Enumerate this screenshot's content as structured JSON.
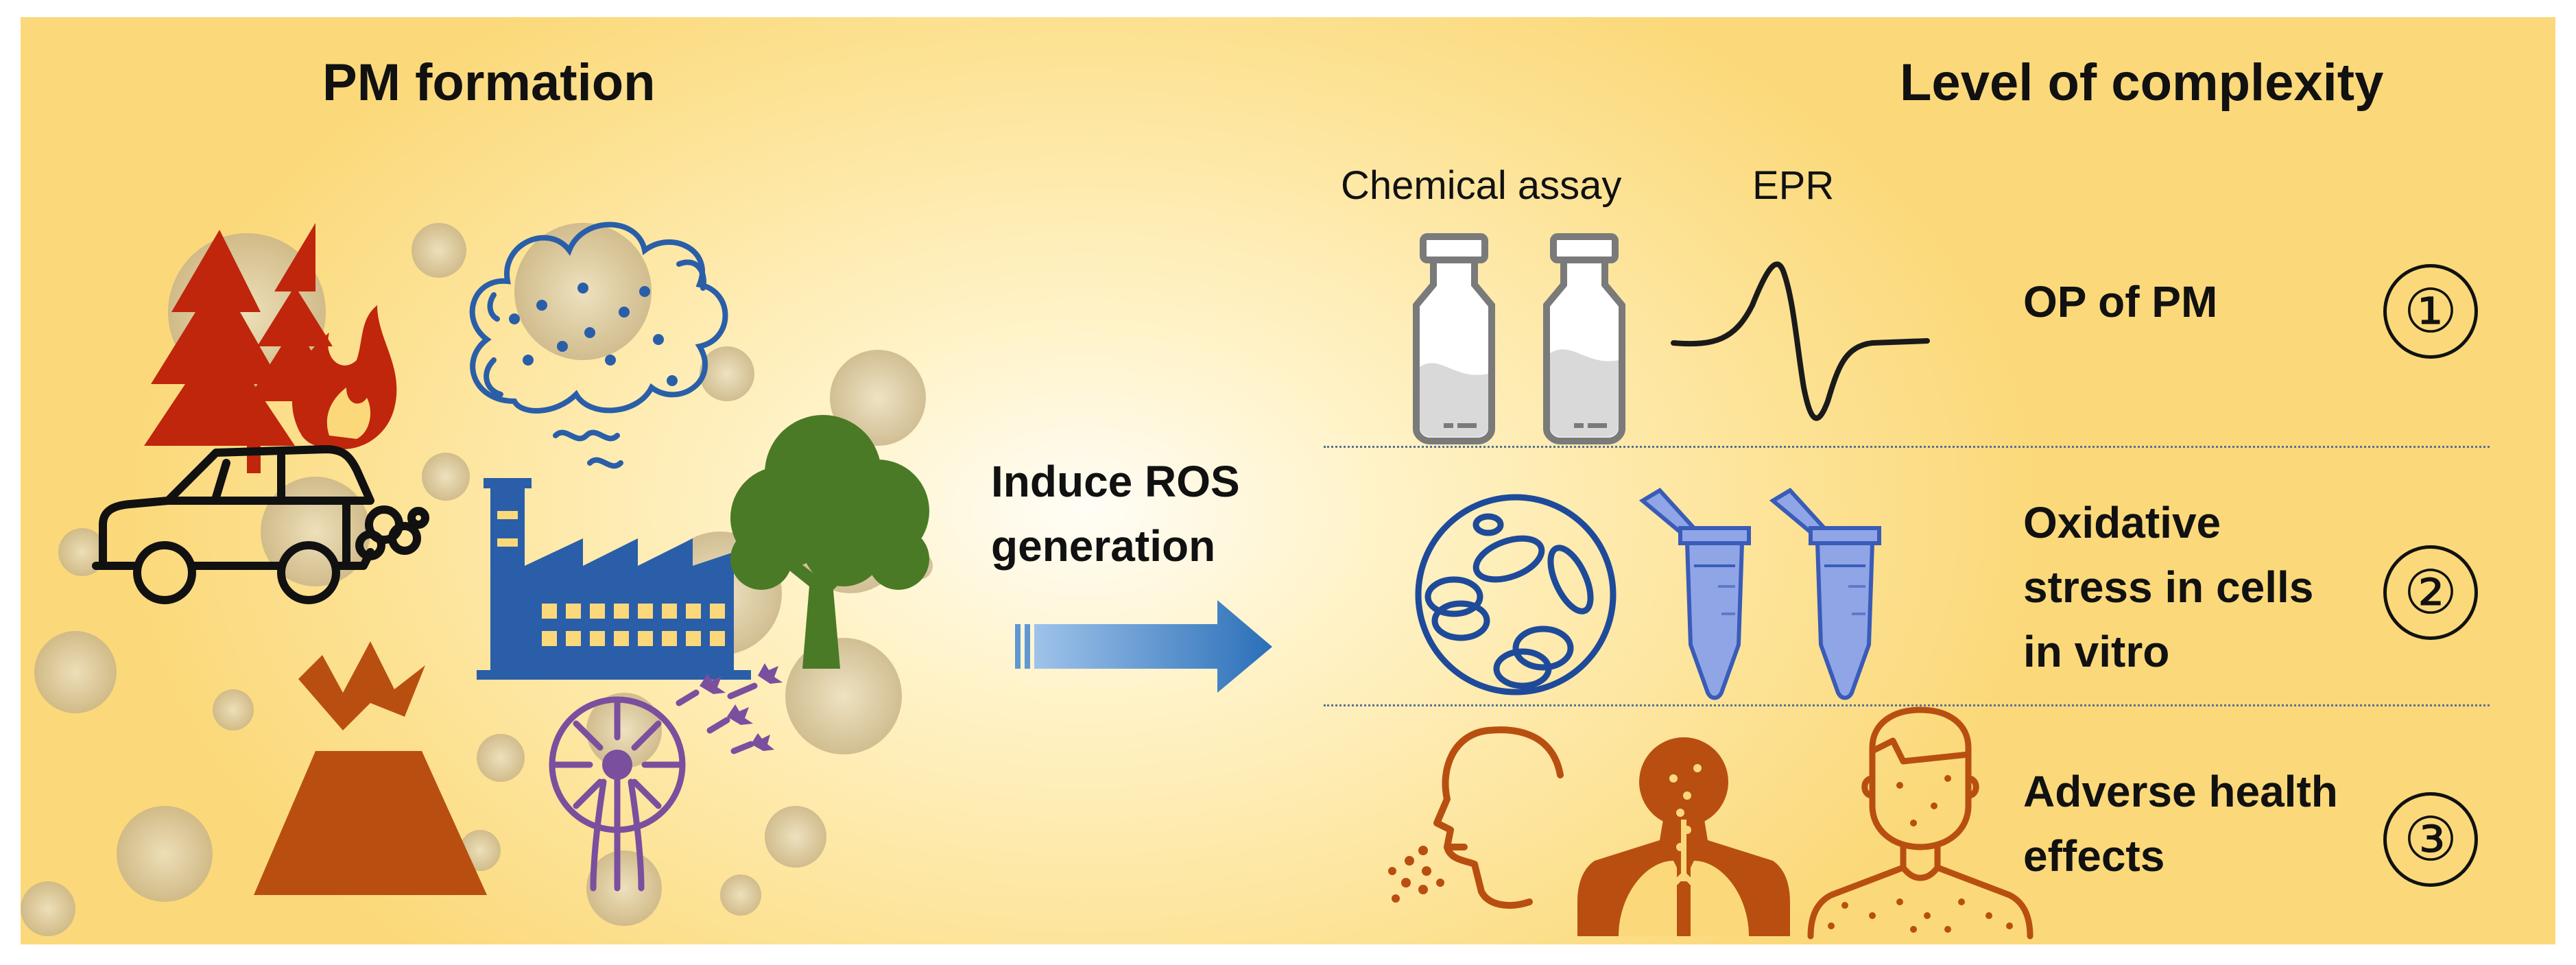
{
  "left_title": "PM formation",
  "right_title": "Level of complexity",
  "arrow_label": [
    "Induce ROS",
    "generation"
  ],
  "method_labels": [
    "Chemical assay",
    "EPR"
  ],
  "levels": [
    {
      "number": "①",
      "lines": [
        "OP of PM"
      ]
    },
    {
      "number": "②",
      "lines": [
        "Oxidative",
        "stress in cells",
        "in vitro"
      ]
    },
    {
      "number": "③",
      "lines": [
        "Adverse health",
        "effects"
      ]
    }
  ],
  "icons": [
    "wildfire-icon",
    "smoke-cloud-icon",
    "car-exhaust-icon",
    "factory-icon",
    "tree-icon",
    "volcano-icon",
    "pollen-icon",
    "vial-icon",
    "epr-signal-icon",
    "cell-dish-icon",
    "microtube-icon",
    "inhalation-icon",
    "lungs-body-icon",
    "skin-person-icon"
  ],
  "colors": {
    "fire": "#c0260c",
    "blue": "#2a5ea8",
    "green": "#4a7a26",
    "orange": "#b84f10",
    "purple": "#7a4f9e",
    "tube": "#8fa5e6"
  }
}
